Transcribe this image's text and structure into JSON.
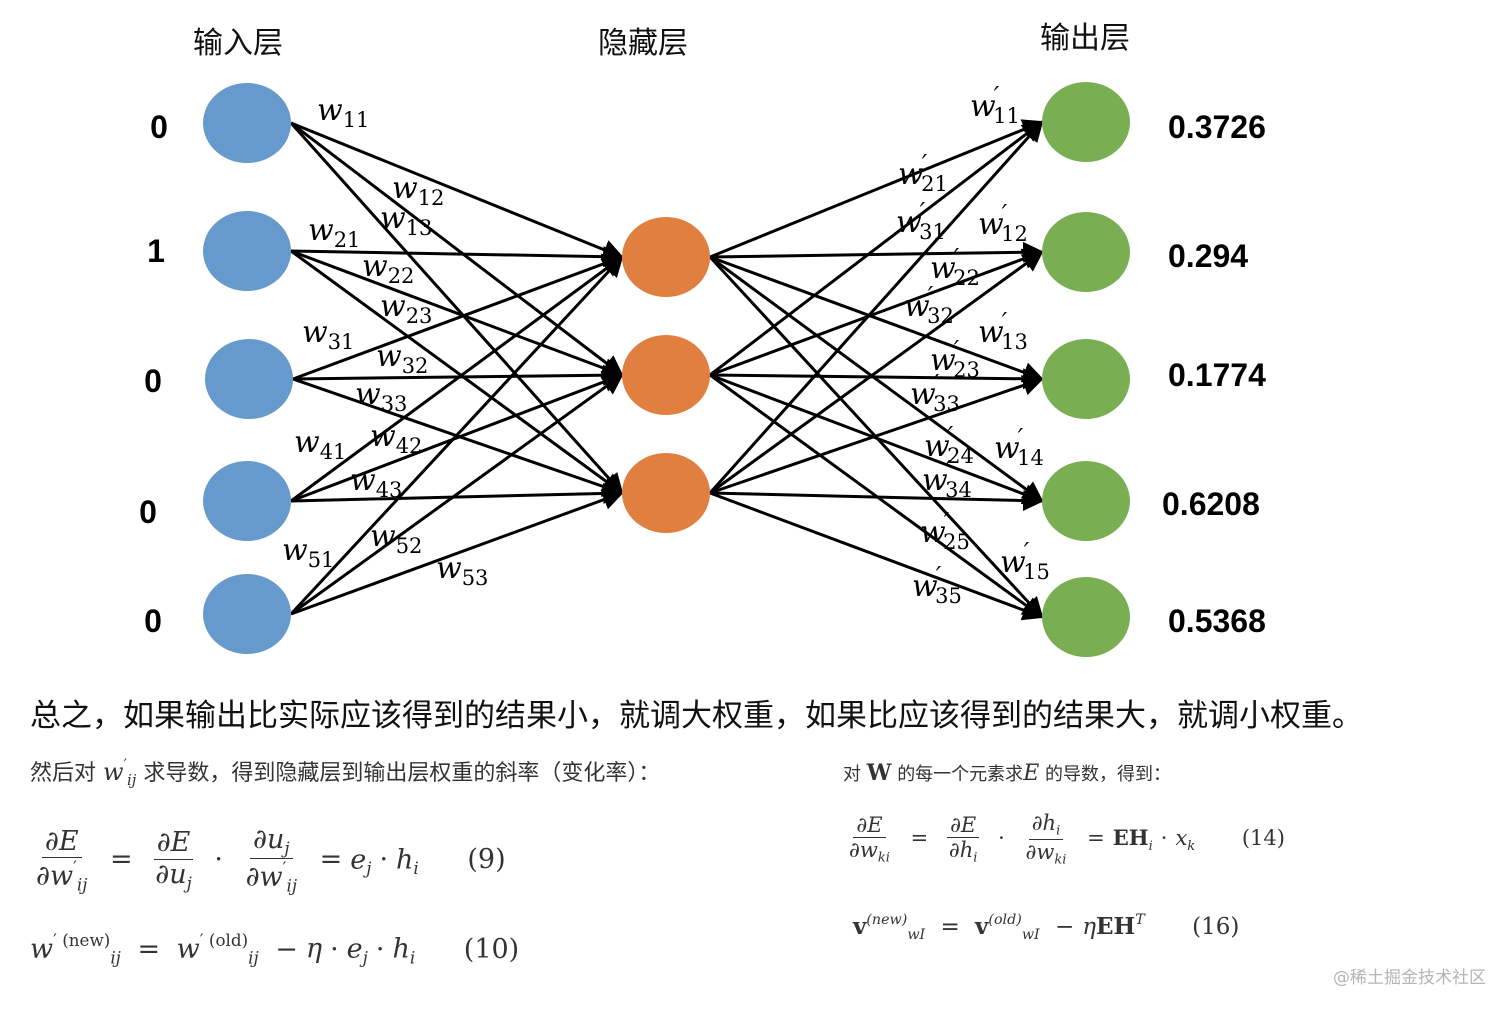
{
  "headers": {
    "input": "输入层",
    "hidden": "隐藏层",
    "output": "输出层"
  },
  "colors": {
    "input_node": "#6699cc",
    "hidden_node": "#e07f40",
    "output_node": "#7aae52",
    "edge": "#000000"
  },
  "input_values": [
    "0",
    "1",
    "0",
    "0",
    "0"
  ],
  "output_values": [
    "0.3726",
    "0.294",
    "0.1774",
    "0.6208",
    "0.5368"
  ],
  "input_weights": [
    "11",
    "12",
    "13",
    "21",
    "22",
    "23",
    "31",
    "32",
    "33",
    "41",
    "42",
    "43",
    "51",
    "52",
    "53"
  ],
  "output_weights": [
    "11",
    "21",
    "31",
    "12",
    "22",
    "32",
    "13",
    "23",
    "33",
    "14",
    "24",
    "34",
    "15",
    "25",
    "35"
  ],
  "summary": "总之，如果输出比实际应该得到的结果小，就调大权重，如果比应该得到的结果大，就调小权重。",
  "left_intro": {
    "before": "然后对",
    "after": "求导数，得到隐藏层到输出层权重的斜率（变化率）："
  },
  "right_intro": {
    "before": "对",
    "mid": "的每一个元素求",
    "after": "的导数，得到："
  },
  "equation_tags": [
    "(9)",
    "(10)",
    "(14)",
    "(16)"
  ],
  "watermark": "@稀土掘金技术社区"
}
